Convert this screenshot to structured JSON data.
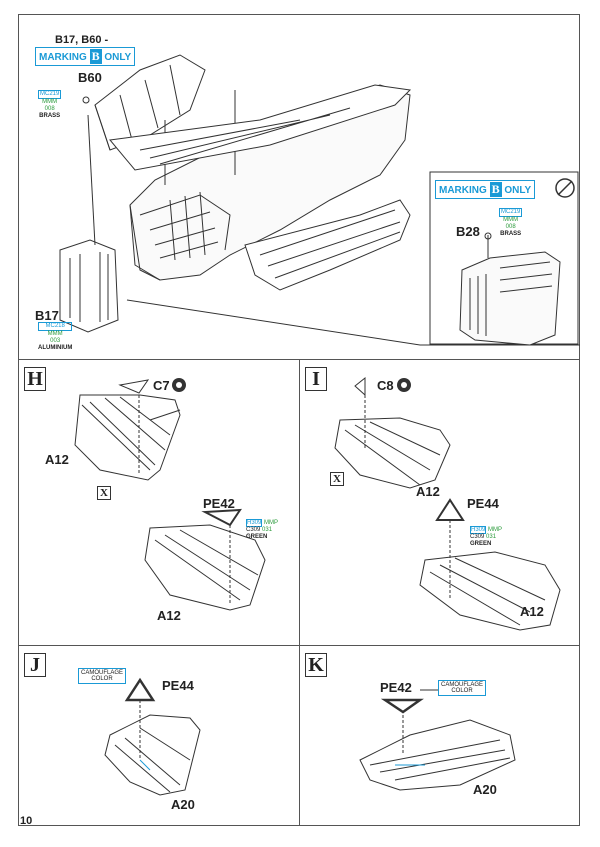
{
  "page": {
    "number": "10"
  },
  "top": {
    "header_title": "B17, B60 -",
    "marking_word": "MARKING",
    "marking_letter": "B",
    "marking_only": "ONLY",
    "b60": {
      "label": "B60",
      "paint": {
        "code1": "MC219",
        "code2": "MMM",
        "code3": "008",
        "name": "BRASS"
      }
    },
    "b17": {
      "label": "B17",
      "paint": {
        "code1": "MC218",
        "code2": "MMM",
        "code3": "003",
        "name": "ALUMINIUM"
      }
    }
  },
  "inset": {
    "marking_word": "MARKING",
    "marking_letter": "B",
    "marking_only": "ONLY",
    "b28": {
      "label": "B28",
      "paint": {
        "code1": "MC219",
        "code2": "MMM",
        "code3": "008",
        "name": "BRASS"
      }
    }
  },
  "panel_h": {
    "letter": "H",
    "decal": "C7",
    "part_wing": "A12",
    "part_wing2": "A12",
    "x_mark": "X",
    "pe": "PE42",
    "paint": {
      "h": "H309",
      "mmp": "MMP",
      "c": "C309",
      "code": "031",
      "name": "GREEN"
    }
  },
  "panel_i": {
    "letter": "I",
    "decal": "C8",
    "part_wing": "A12",
    "part_wing2": "A12",
    "x_mark": "X",
    "pe": "PE44",
    "paint": {
      "h": "H309",
      "mmp": "MMP",
      "c": "C309",
      "code": "031",
      "name": "GREEN"
    }
  },
  "panel_j": {
    "letter": "J",
    "camo_line1": "CAMOUFLAGE",
    "camo_line2": "COLOR",
    "pe": "PE44",
    "part": "A20"
  },
  "panel_k": {
    "letter": "K",
    "camo_line1": "CAMOUFLAGE",
    "camo_line2": "COLOR",
    "pe": "PE42",
    "part": "A20"
  }
}
